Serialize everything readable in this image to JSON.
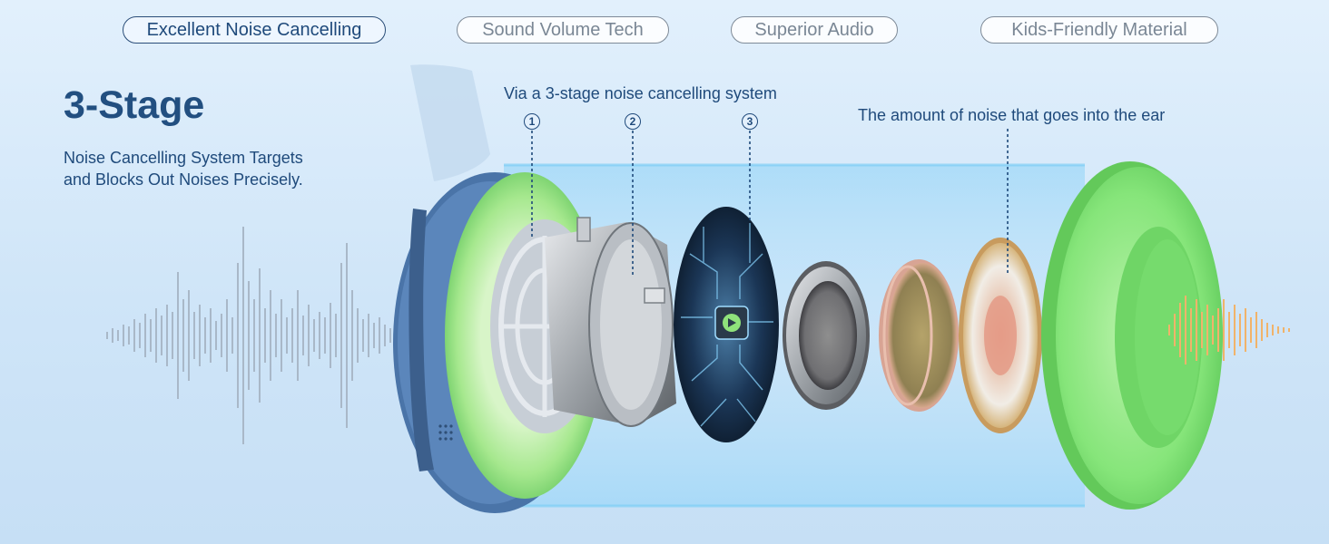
{
  "tabs": [
    {
      "label": "Excellent Noise Cancelling",
      "active": true
    },
    {
      "label": "Sound Volume Tech",
      "active": false
    },
    {
      "label": "Superior Audio",
      "active": false
    },
    {
      "label": "Kids-Friendly Material",
      "active": false
    }
  ],
  "headline": "3-Stage",
  "subheadline_lines": [
    "Noise Cancelling System Targets",
    "and Blocks Out Noises Precisely."
  ],
  "callouts": {
    "system": "Via a 3-stage noise cancelling system",
    "ear": "The amount of noise that goes into the ear"
  },
  "stage_markers": [
    "1",
    "2",
    "3"
  ],
  "colors": {
    "accent": "#1f4a7b",
    "background": "#d6e9f9",
    "earcup_blue": "#4a74a8",
    "ear_cushion_green": "#86e57a",
    "in_ear_wave": "#f1b36a",
    "outside_wave": "#a9b8c8"
  },
  "icons": [
    "sound-wave-outside",
    "sound-wave-inside",
    "circuit-chip-icon"
  ]
}
